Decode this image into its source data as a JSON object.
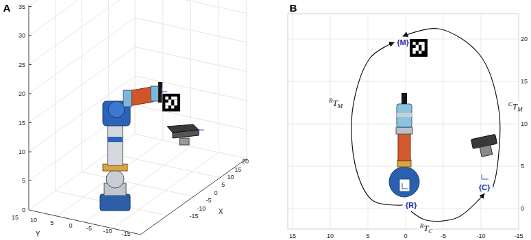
{
  "diagram": {
    "nodes": [
      {
        "text": [
          "{M}"
        ]
      },
      {
        "text": [
          "{R}"
        ]
      },
      {
        "text": [
          "{C}"
        ]
      }
    ],
    "edges": [
      {
        "from": 1,
        "to": 0,
        "arrow": "to",
        "label": "RTM"
      },
      {
        "from": 2,
        "to": 0,
        "arrow": "to",
        "label": "CTM"
      },
      {
        "from": 1,
        "to": 2,
        "arrow": "to",
        "label": "RTC"
      }
    ],
    "labels": [
      "A",
      "B",
      "35",
      "30",
      "25",
      "20",
      "15",
      "10",
      "5",
      "0",
      "15",
      "10",
      "5",
      "0",
      "-5",
      "-10",
      "-15",
      "Y",
      "-15",
      "-10",
      "-5",
      "0",
      "5",
      "10",
      "15",
      "20",
      "X",
      "15",
      "10",
      "5",
      "0",
      "-5",
      "-10",
      "-15",
      "0",
      "5",
      "10",
      "15",
      "20"
    ]
  }
}
